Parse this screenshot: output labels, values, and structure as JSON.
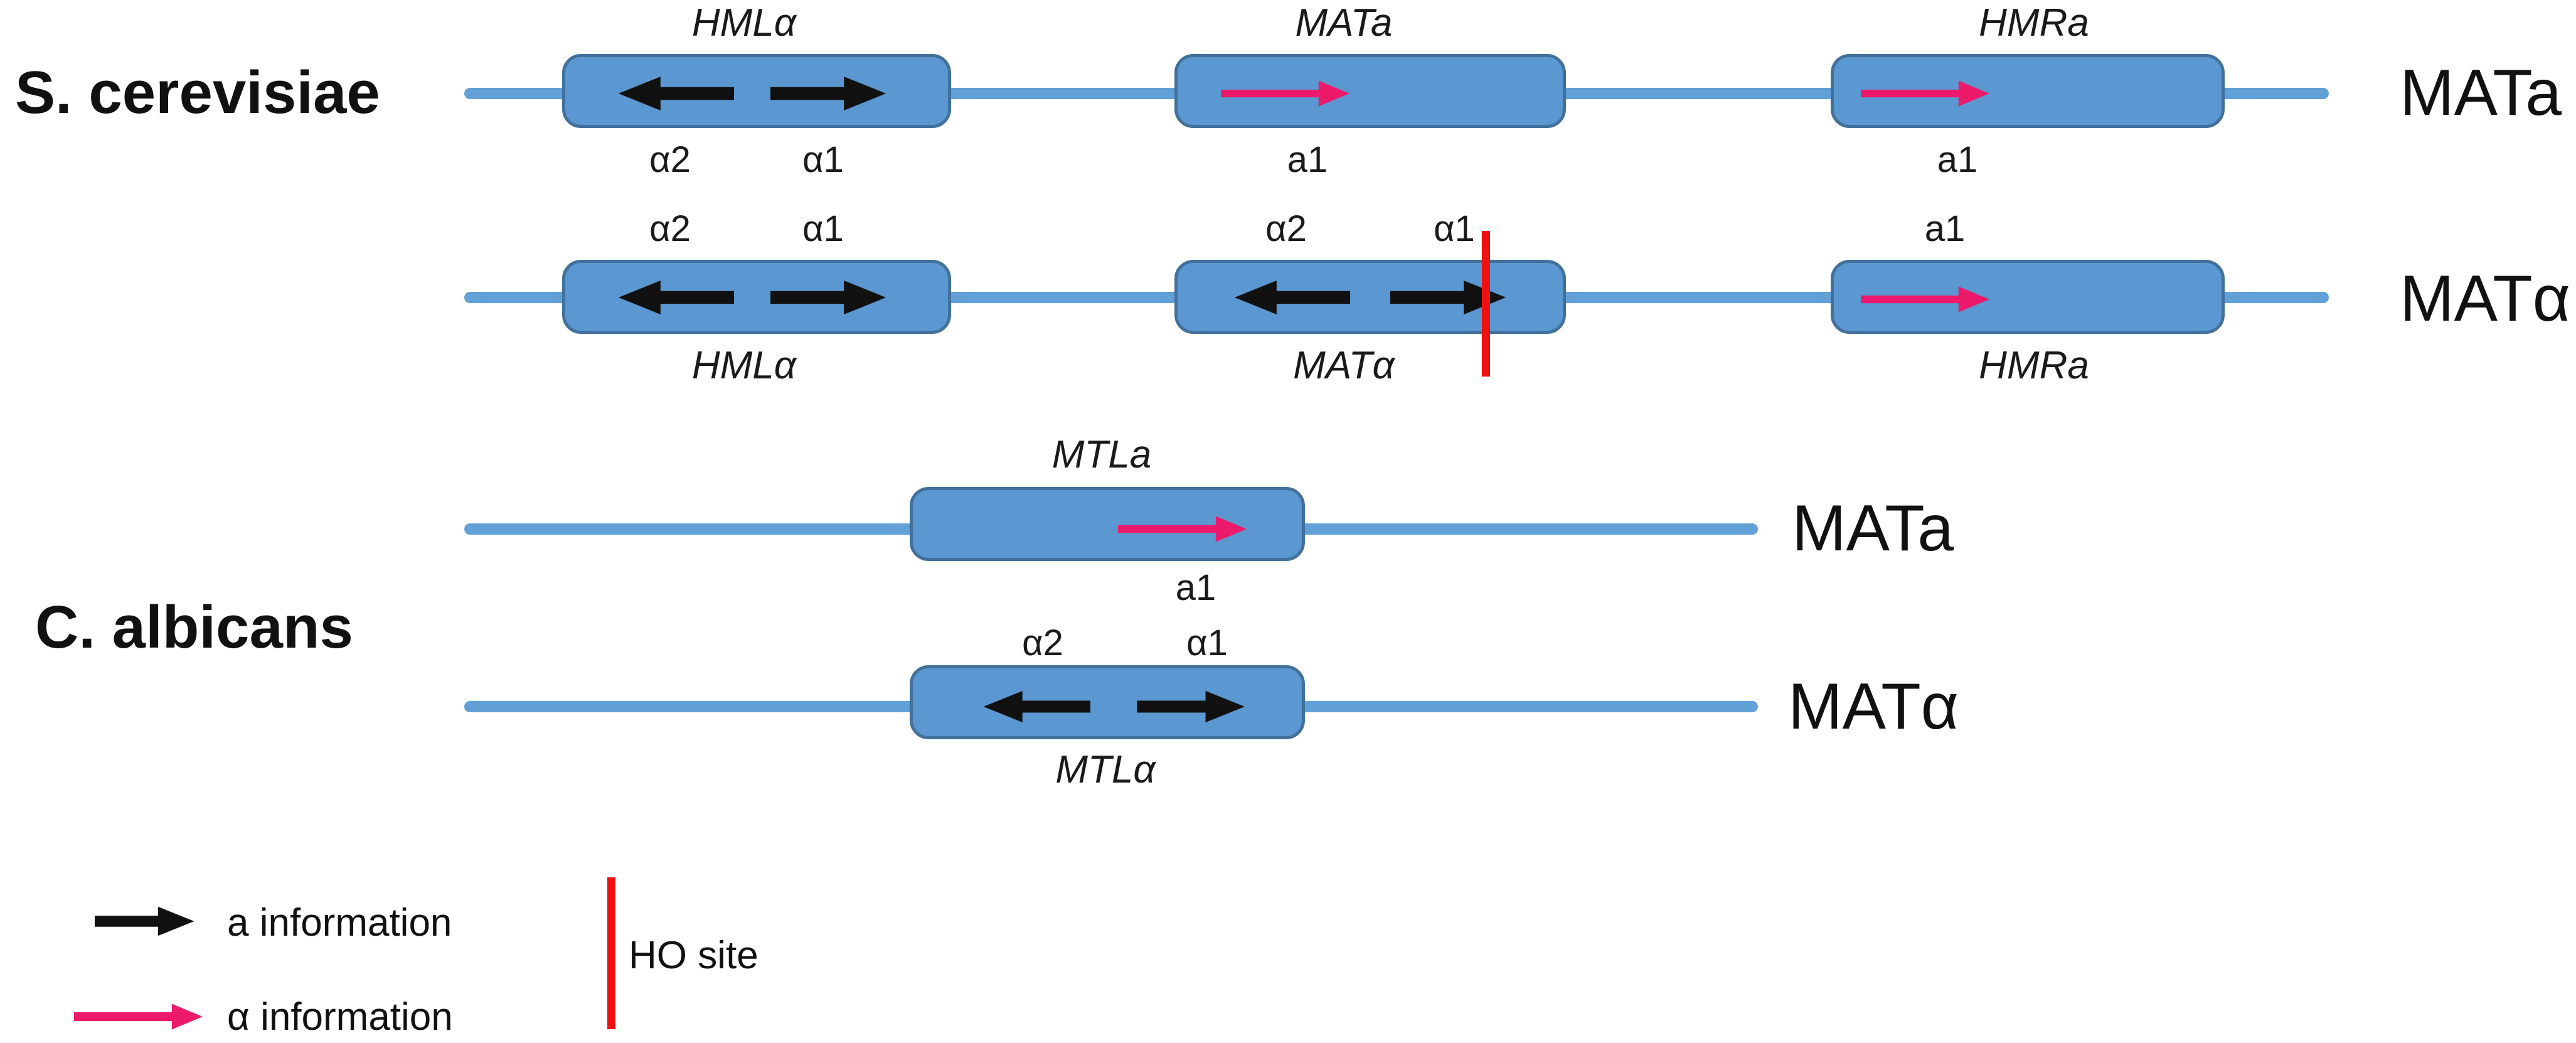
{
  "colors": {
    "box_fill": "#5b97d0",
    "box_border": "#41719c",
    "chromosome_line": "#62a0d8",
    "a_information": "#111111",
    "alpha_information": "#ed1a6b",
    "ho_site": "#ee1111"
  },
  "species": {
    "s_cerevisiae": "S. cerevisiae",
    "c_albicans": "C. albicans"
  },
  "sc": {
    "row_a": {
      "hml_name": "HMLα",
      "hml_gene_left": "α2",
      "hml_gene_right": "α1",
      "mat_name": "MATa",
      "mat_gene": "a1",
      "hmr_name": "HMRa",
      "hmr_gene": "a1",
      "right_label": "MATa"
    },
    "row_alpha": {
      "hml_gene_left": "α2",
      "hml_gene_right": "α1",
      "hml_name": "HMLα",
      "mat_gene_left": "α2",
      "mat_gene_right": "α1",
      "mat_name": "MATα",
      "hmr_gene": "a1",
      "hmr_name": "HMRa",
      "right_label": "MATα"
    }
  },
  "ca": {
    "row_a": {
      "mtl_name": "MTLa",
      "mtl_gene": "a1",
      "right_label": "MATa"
    },
    "row_alpha": {
      "mtl_gene_left": "α2",
      "mtl_gene_right": "α1",
      "mtl_name": "MTLα",
      "right_label": "MATα"
    }
  },
  "legend": {
    "a_information": "a information",
    "alpha_information": "α information",
    "ho_site": "HO site"
  }
}
